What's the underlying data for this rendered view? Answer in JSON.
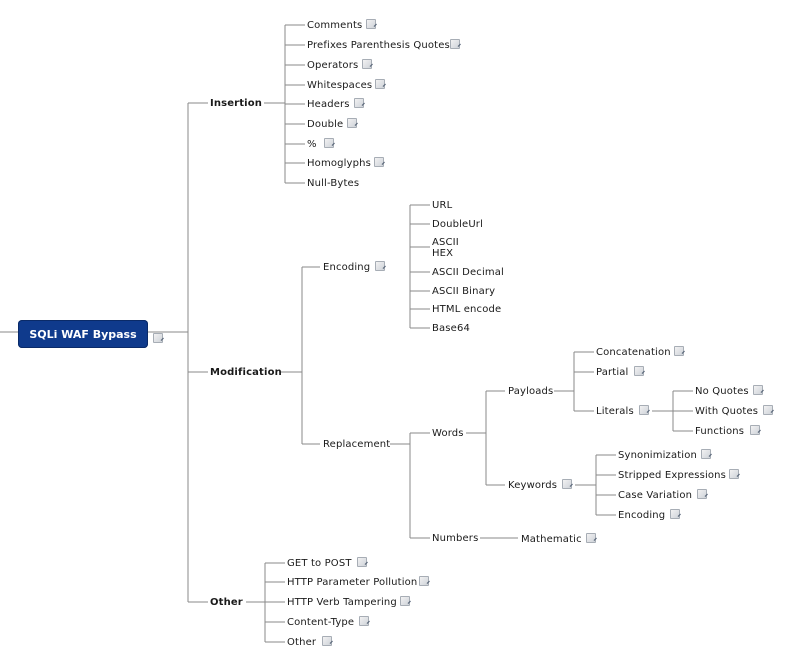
{
  "mindmap": {
    "root": "SQLi WAF Bypass",
    "insertion": {
      "label": "Insertion",
      "items": [
        "Comments",
        "Prefixes Parenthesis Quotes",
        "Operators",
        "Whitespaces",
        "Headers",
        "Double",
        "%",
        "Homoglyphs",
        "Null-Bytes"
      ]
    },
    "modification": {
      "label": "Modification",
      "encoding": {
        "label": "Encoding",
        "items": [
          "URL",
          "DoubleUrl",
          "ASCII",
          "HEX",
          "ASCII Decimal",
          "ASCII Binary",
          "HTML encode",
          "Base64"
        ]
      },
      "replacement": {
        "label": "Replacement",
        "words": {
          "label": "Words",
          "payloads": {
            "label": "Payloads",
            "concatenation": "Concatenation",
            "partial": "Partial",
            "literals": {
              "label": "Literals",
              "items": [
                "No Quotes",
                "With Quotes",
                "Functions"
              ]
            }
          },
          "keywords": {
            "label": "Keywords",
            "items": [
              "Synonimization",
              "Stripped Expressions",
              "Case Variation",
              "Encoding"
            ]
          }
        },
        "numbers": {
          "label": "Numbers",
          "mathematic": "Mathematic"
        }
      }
    },
    "other": {
      "label": "Other",
      "items": [
        "GET to POST",
        "HTTP Parameter Pollution",
        "HTTP Verb Tampering",
        "Content-Type",
        "Other"
      ]
    },
    "note_icon": "note-icon"
  }
}
